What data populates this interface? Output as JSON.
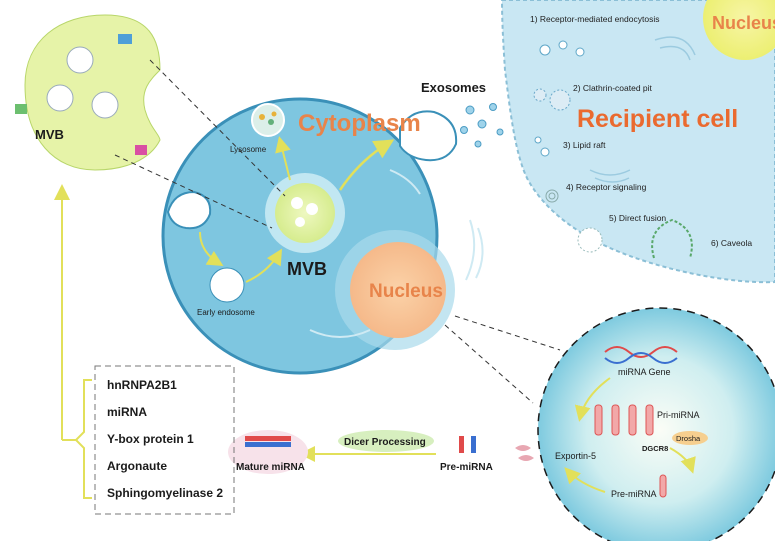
{
  "labels": {
    "mvb_inset": "MVB",
    "lysosome": "Lysosome",
    "cytoplasm": "Cytoplasm",
    "exosomes": "Exosomes",
    "mvb_center": "MVB",
    "early_endosome": "Early endosome",
    "nucleus_main": "Nucleus",
    "nucleus_recipient": "Nucleus",
    "recipient_cell": "Recipient cell",
    "mirna_gene": "miRNA Gene",
    "pri_mirna": "Pri-miRNA",
    "drosha": "Drosha",
    "dgcr8": "DGCR8",
    "exportin5": "Exportin-5",
    "pre_mirna_inset": "Pre-miRNA",
    "pre_mirna": "Pre-miRNA",
    "dicer": "Dicer Processing",
    "mature_mirna": "Mature miRNA"
  },
  "uptake": [
    "1) Receptor-mediated endocytosis",
    "2) Clathrin-coated pit",
    "3) Lipid raft",
    "4) Receptor signaling",
    "5) Direct fusion",
    "6) Caveola"
  ],
  "proteins": [
    "hnRNPA2B1",
    "miRNA",
    "Y-box protein 1",
    "Argonaute",
    "Sphingomyelinase 2"
  ],
  "colors": {
    "cell": "#7ec6e0",
    "cell_stroke": "#3a90b8",
    "recipient": "#c9e7f3",
    "nucleus": "#f7c79c",
    "mvb": "#e6f3a8",
    "arrow": "#e2e05a",
    "cytoplasm_text": "#e8844a",
    "recipient_text": "#ea6a2f"
  }
}
